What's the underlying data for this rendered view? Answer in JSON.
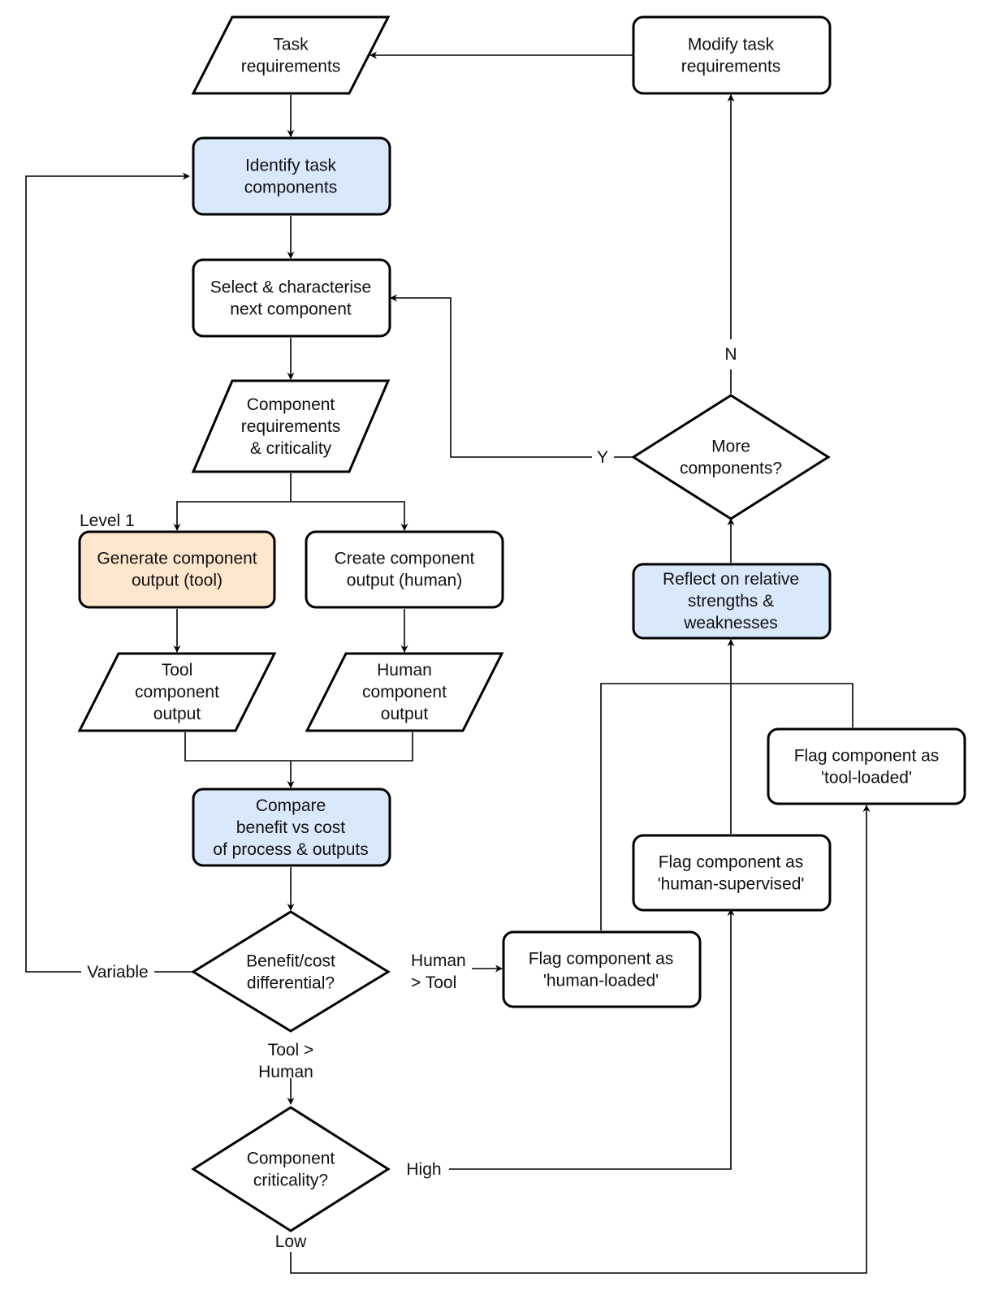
{
  "colors": {
    "default_fill": "#ffffff",
    "highlight_fill": "#dae8fc",
    "highlight_stroke": "#6c8ebf",
    "tool_fill": "#ffe6cc",
    "tool_stroke": "#d79b00"
  },
  "nodes": [
    {
      "id": "task_requirements",
      "shape": "parallelogram",
      "style": "default",
      "lines": [
        "Task",
        "requirements"
      ]
    },
    {
      "id": "modify_task_requirements",
      "shape": "rounded-rect",
      "style": "default",
      "lines": [
        "Modify task",
        "requirements"
      ]
    },
    {
      "id": "identify_task_components",
      "shape": "rounded-rect",
      "style": "highlight",
      "lines": [
        "Identify task",
        "components"
      ]
    },
    {
      "id": "select_characterise",
      "shape": "rounded-rect",
      "style": "default",
      "lines": [
        "Select & characterise",
        "next component"
      ]
    },
    {
      "id": "component_requirements",
      "shape": "parallelogram",
      "style": "default",
      "lines": [
        "Component",
        "requirements",
        "& criticality"
      ]
    },
    {
      "id": "more_components",
      "shape": "diamond",
      "style": "default",
      "lines": [
        "More",
        "components?"
      ]
    },
    {
      "id": "generate_component_output_tool",
      "shape": "rounded-rect",
      "style": "tool",
      "lines": [
        "Generate component",
        "output (tool)"
      ]
    },
    {
      "id": "create_component_output_human",
      "shape": "rounded-rect",
      "style": "default",
      "lines": [
        "Create component",
        "output (human)"
      ]
    },
    {
      "id": "reflect_strengths_weaknesses",
      "shape": "rounded-rect",
      "style": "highlight",
      "lines": [
        "Reflect on relative",
        "strengths &",
        "weaknesses"
      ]
    },
    {
      "id": "tool_component_output",
      "shape": "parallelogram",
      "style": "default",
      "lines": [
        "Tool",
        "component",
        "output"
      ]
    },
    {
      "id": "human_component_output",
      "shape": "parallelogram",
      "style": "default",
      "lines": [
        "Human",
        "component",
        "output"
      ]
    },
    {
      "id": "flag_tool_loaded",
      "shape": "rounded-rect",
      "style": "default",
      "lines": [
        "Flag component as",
        "'tool-loaded'"
      ]
    },
    {
      "id": "compare_benefit_cost",
      "shape": "rounded-rect",
      "style": "highlight",
      "lines": [
        "Compare",
        "benefit vs cost",
        "of process & outputs"
      ]
    },
    {
      "id": "flag_human_supervised",
      "shape": "rounded-rect",
      "style": "default",
      "lines": [
        "Flag component as",
        "'human-supervised'"
      ]
    },
    {
      "id": "benefit_cost_differential",
      "shape": "diamond",
      "style": "default",
      "lines": [
        "Benefit/cost",
        "differential?"
      ]
    },
    {
      "id": "flag_human_loaded",
      "shape": "rounded-rect",
      "style": "default",
      "lines": [
        "Flag component as",
        "'human-loaded'"
      ]
    },
    {
      "id": "component_criticality",
      "shape": "diamond",
      "style": "default",
      "lines": [
        "Component",
        "criticality?"
      ]
    }
  ],
  "edge_labels": {
    "level_1": "Level 1",
    "n": "N",
    "y": "Y",
    "variable": "Variable",
    "human_gt_tool": [
      "Human",
      "> Tool"
    ],
    "tool_gt_human": [
      "Tool >",
      "Human"
    ],
    "high": "High",
    "low": "Low"
  }
}
